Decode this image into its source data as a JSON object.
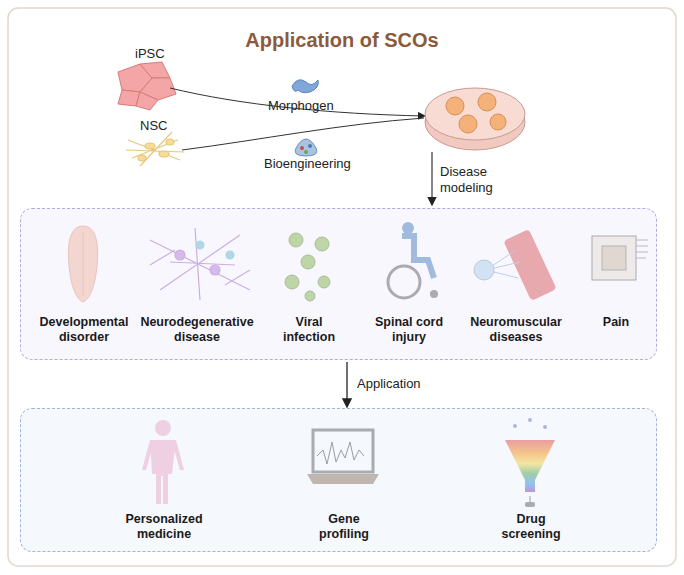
{
  "diagram": {
    "title": "Application of SCOs",
    "nodes": [
      {
        "text": [
          "Developmental disorder",
          "Neurodegenerative disease",
          "Viral infection",
          "Spinal cord injury",
          "Neuromuscular diseases",
          "Pain"
        ]
      },
      {
        "text": [
          "Personalized medicine",
          "Gene profiling",
          "Drug screening"
        ]
      }
    ],
    "edges": [
      {
        "from": 0,
        "to": 1,
        "arrow": "to",
        "label": "Application"
      }
    ],
    "labels": [
      "iPSC",
      "NSC",
      "Morphogen",
      "Bioengineering",
      "Disease modeling"
    ]
  }
}
